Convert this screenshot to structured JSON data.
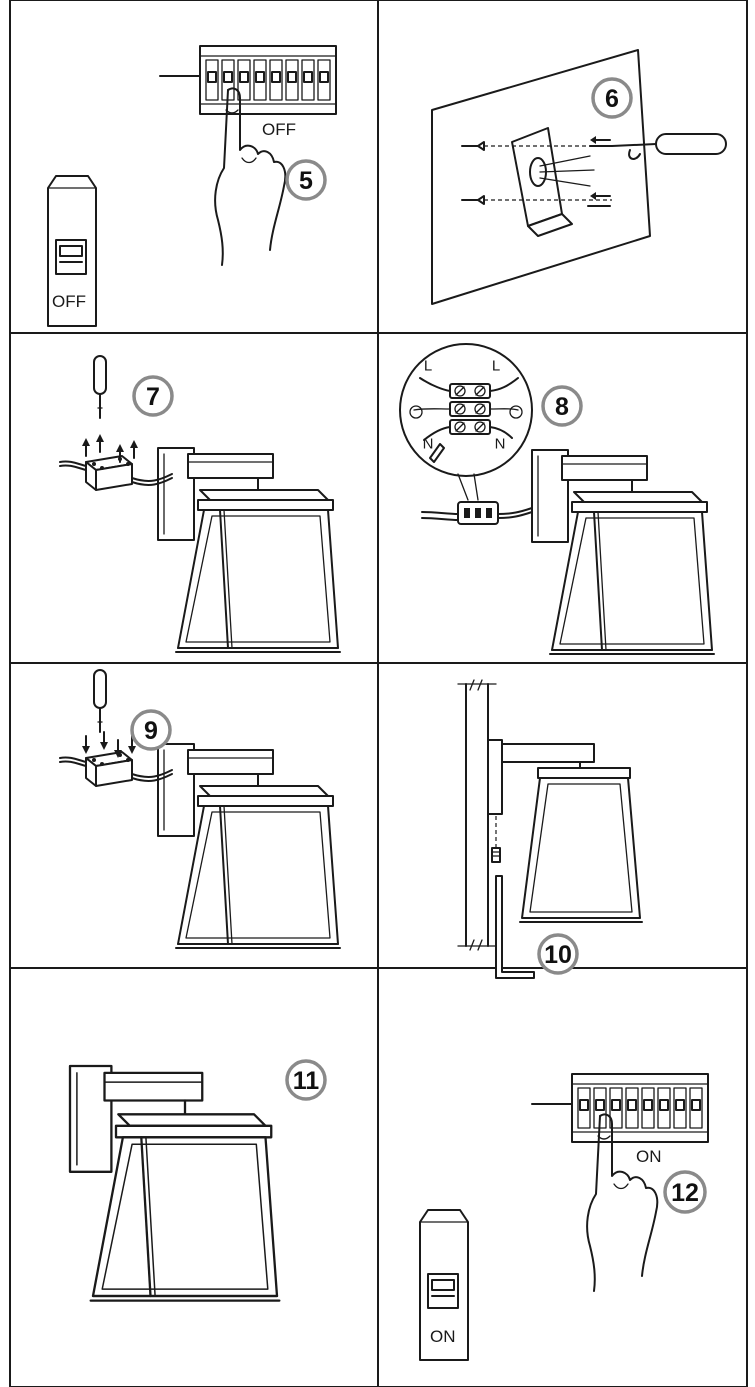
{
  "steps": [
    {
      "number": "5",
      "breaker_label": "OFF",
      "switch_label": "OFF"
    },
    {
      "number": "6"
    },
    {
      "number": "7"
    },
    {
      "number": "8",
      "wire_labels": {
        "live_left": "L",
        "live_right": "L",
        "neutral_left": "N",
        "neutral_right": "N"
      }
    },
    {
      "number": "9"
    },
    {
      "number": "10"
    },
    {
      "number": "11"
    },
    {
      "number": "12",
      "breaker_label": "ON",
      "switch_label": "ON"
    }
  ]
}
